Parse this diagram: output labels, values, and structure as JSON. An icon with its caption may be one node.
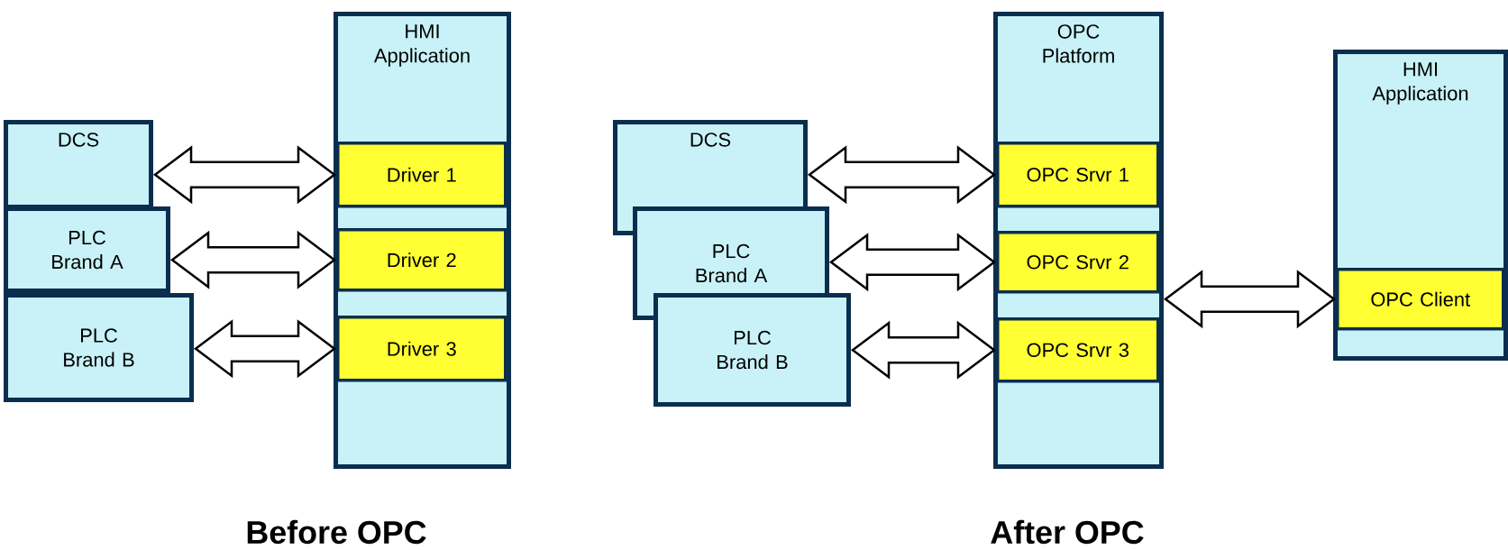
{
  "diagram": {
    "nodes": [
      {
        "text": [
          "DCS"
        ]
      },
      {
        "text": [
          "PLC Brand A"
        ]
      },
      {
        "text": [
          "PLC Brand B"
        ]
      },
      {
        "text": [
          "HMI Application"
        ]
      },
      {
        "text": [
          "Driver 1"
        ],
        "in": 3
      },
      {
        "text": [
          "Driver 2"
        ],
        "in": 3
      },
      {
        "text": [
          "Driver 3"
        ],
        "in": 3
      },
      {
        "text": [
          "DCS"
        ]
      },
      {
        "text": [
          "PLC Brand A"
        ]
      },
      {
        "text": [
          "PLC Brand B"
        ]
      },
      {
        "text": [
          "OPC Platform"
        ]
      },
      {
        "text": [
          "OPC Srvr 1"
        ],
        "in": 10
      },
      {
        "text": [
          "OPC Srvr 2"
        ],
        "in": 10
      },
      {
        "text": [
          "OPC Srvr 3"
        ],
        "in": 10
      },
      {
        "text": [
          "HMI Application"
        ]
      },
      {
        "text": [
          "OPC Client"
        ],
        "in": 14
      }
    ],
    "edges": [
      {
        "from": 0,
        "to": 4,
        "arrow": "both"
      },
      {
        "from": 1,
        "to": 5,
        "arrow": "both"
      },
      {
        "from": 2,
        "to": 6,
        "arrow": "both"
      },
      {
        "from": 7,
        "to": 11,
        "arrow": "both"
      },
      {
        "from": 8,
        "to": 12,
        "arrow": "both"
      },
      {
        "from": 9,
        "to": 13,
        "arrow": "both"
      },
      {
        "from": 10,
        "to": 15,
        "arrow": "both"
      }
    ],
    "labels": [
      "Before OPC",
      "After OPC"
    ]
  }
}
